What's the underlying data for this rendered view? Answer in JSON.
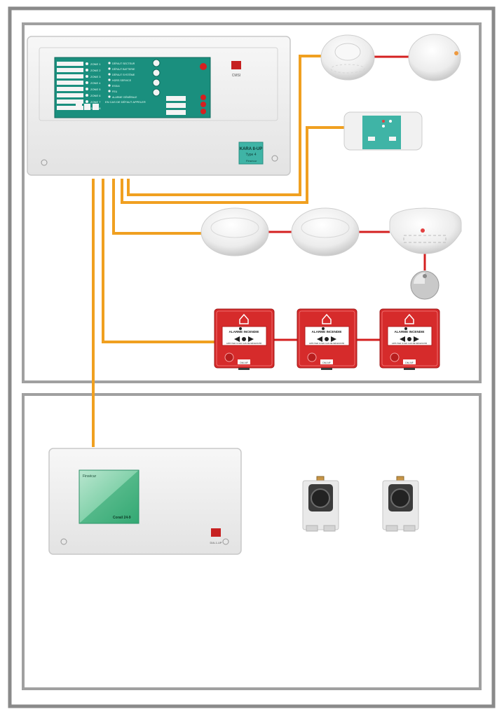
{
  "panel": {
    "model_line1": "KARA 8-UP",
    "model_line2": "Type 4",
    "brand": "Finsécur",
    "zone_labels": [
      "ZONE 1",
      "ZONE 2",
      "ZONE 3",
      "ZONE 4",
      "ZONE 5",
      "ZONE 6",
      "ZONE 7",
      "ZONE 8"
    ],
    "status_labels": [
      "DÉFAUT SECTEUR",
      "DÉFAUT BATTERIE",
      "DÉFAUT SYSTÈME",
      "HORS SERVICE",
      "ESSAI",
      "FEU",
      "ALARME GÉNÉRALE"
    ],
    "warning_text": "EN CAS DE DÉFAUT APPELER",
    "logo_text": "CMSI"
  },
  "call_points": {
    "label_top": "ALARME INCENDIE",
    "label_bottom": "APPUYER ICI EN CAS DE NÉCESSITÉ",
    "tag": "DM-NF"
  },
  "repeater": {
    "brand": "Finsécur",
    "model": "Corail 24-9",
    "tag": "DIA-1-UP"
  },
  "colors": {
    "frame": "#8a8a8a",
    "cable": "#f0a020",
    "link": "#d42020",
    "call_point": "#d62b2b",
    "display": "#1a8f7e"
  }
}
